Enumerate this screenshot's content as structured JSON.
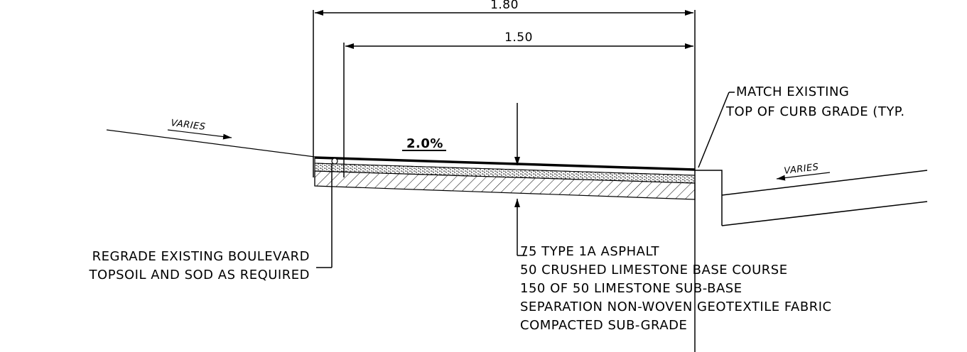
{
  "dimensions": {
    "overall": "1.80",
    "sidewalk": "1.50"
  },
  "slope": {
    "label": "2.0%"
  },
  "varies": {
    "left": "VARIES",
    "right": "VARIES"
  },
  "notes": {
    "match_existing": [
      "MATCH EXISTING",
      "TOP OF CURB GRADE (TYP."
    ],
    "regrade": [
      "REGRADE EXISTING BOULEVARD",
      "TOPSOIL AND SOD AS REQUIRED"
    ],
    "structure": [
      "75 TYPE 1A ASPHALT",
      "50 CRUSHED LIMESTONE BASE COURSE",
      "150 OF 50 LIMESTONE SUB-BASE",
      "SEPARATION NON-WOVEN GEOTEXTILE FABRIC",
      "COMPACTED SUB-GRADE"
    ]
  },
  "colors": {
    "line": "#000000",
    "background": "#ffffff"
  }
}
